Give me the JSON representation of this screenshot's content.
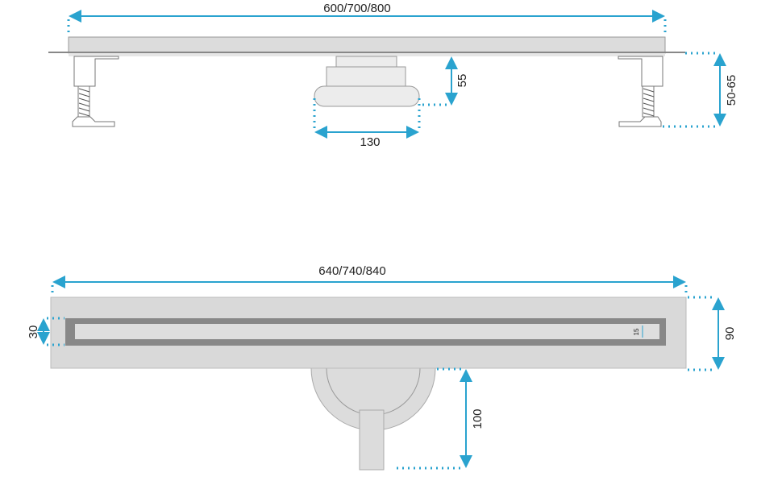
{
  "top_view": {
    "length_label": "600/700/800",
    "outlet_width_label": "130",
    "outlet_height_label": "55",
    "adjust_height_label": "50-65"
  },
  "bottom_view": {
    "length_label": "640/740/840",
    "grate_width_label": "30",
    "slot_label": "15",
    "plate_width_label": "90",
    "outlet_depth_label": "100"
  },
  "colors": {
    "dimension": "#2aa3cf",
    "part": "#dcdcdc",
    "grate": "#888888"
  }
}
